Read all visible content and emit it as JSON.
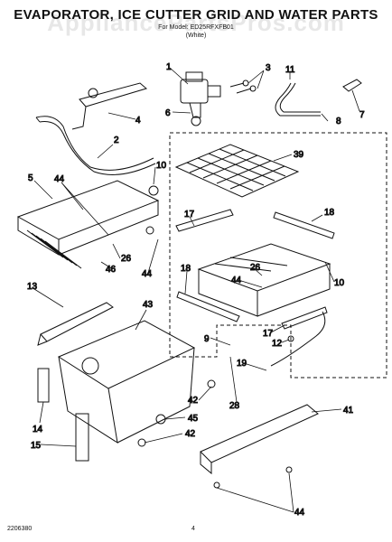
{
  "title": "EVAPORATOR, ICE CUTTER GRID AND WATER PARTS",
  "subtitle_line1": "For Model: ED25RFXFB01",
  "subtitle_line2": "(White)",
  "watermark": "AppliancePartsPros.com",
  "footer_left": "2206380",
  "footer_page": "4",
  "callouts": {
    "c1": "1",
    "c3": "3",
    "c11": "11",
    "c7": "7",
    "c6": "6",
    "c4": "4",
    "c8": "8",
    "c2": "2",
    "c39": "39",
    "c10a": "10",
    "c5": "5",
    "c44a": "44",
    "c17a": "17",
    "c18a": "18",
    "c26a": "26",
    "c46": "46",
    "c44b": "44",
    "c18b": "18",
    "c26b": "26",
    "c44c": "44",
    "c10b": "10",
    "c13": "13",
    "c43": "43",
    "c9": "9",
    "c17b": "17",
    "c12": "12",
    "c19": "19",
    "c28": "28",
    "c41": "41",
    "c42a": "42",
    "c45": "45",
    "c42b": "42",
    "c14": "14",
    "c15": "15",
    "c44d": "44"
  }
}
